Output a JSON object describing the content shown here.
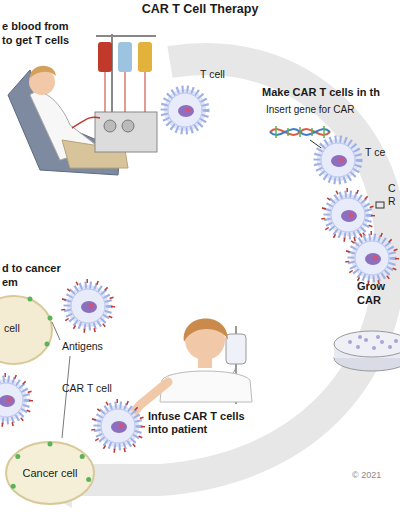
{
  "diagram": {
    "title": "CAR T Cell Therapy",
    "nodes": [
      {
        "text": [
          "Cancer cell"
        ]
      }
    ],
    "labels": [
      "e blood from",
      "to get T cells",
      "T cell",
      "Make CAR T cells in th",
      "Insert gene for CAR",
      "T ce",
      "C",
      "R",
      "Grow",
      "CAR",
      "d to cancer",
      "em",
      "cell",
      "Antigens",
      "CAR T cell",
      "Infuse CAR T cells into patient",
      "© 2021"
    ]
  }
}
